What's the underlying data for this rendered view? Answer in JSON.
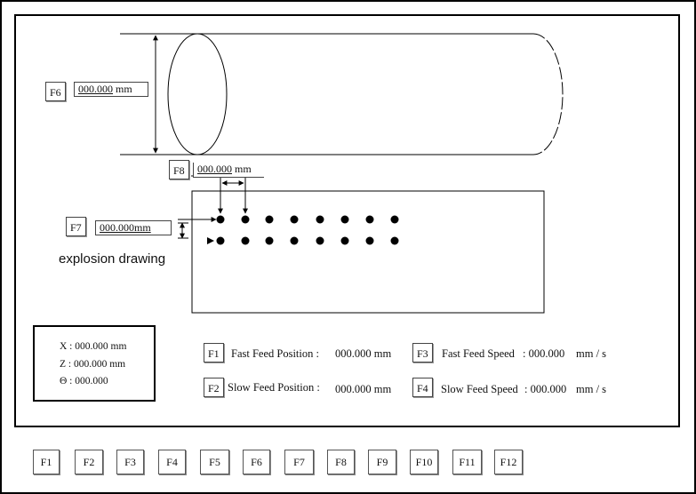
{
  "fields": {
    "f6": {
      "key": "F6",
      "value": "000.000",
      "unit": "mm"
    },
    "f8": {
      "key": "F8",
      "value": "000.000",
      "unit": "mm"
    },
    "f7": {
      "key": "F7",
      "value": "000.000mm"
    }
  },
  "explosion_label": "explosion drawing",
  "coords": {
    "x": "X : 000.000 mm",
    "z": "Z : 000.000 mm",
    "theta": "Θ : 000.000"
  },
  "params": {
    "f1": {
      "key": "F1",
      "label": "Fast Feed Position :",
      "value": "000.000 mm"
    },
    "f2": {
      "key": "F2",
      "label": "Slow Feed Position :",
      "value": "000.000 mm"
    },
    "f3": {
      "key": "F3",
      "label": "Fast Feed Speed",
      "value": ": 000.000",
      "unit": "mm / s"
    },
    "f4": {
      "key": "F4",
      "label": "Slow Feed Speed",
      "value": ": 000.000",
      "unit": "mm / s"
    }
  },
  "function_keys": [
    "F1",
    "F2",
    "F3",
    "F4",
    "F5",
    "F6",
    "F7",
    "F8",
    "F9",
    "F10",
    "F11",
    "F12"
  ]
}
